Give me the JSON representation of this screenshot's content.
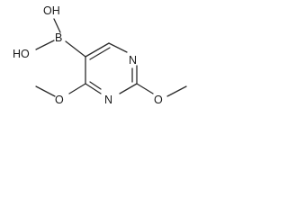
{
  "molecule": {
    "atoms": {
      "oh_top": "OH",
      "oh_left": "HO",
      "boron": "B",
      "n_right": "N",
      "n_bottom": "N",
      "o_left": "O",
      "o_right": "O"
    }
  }
}
